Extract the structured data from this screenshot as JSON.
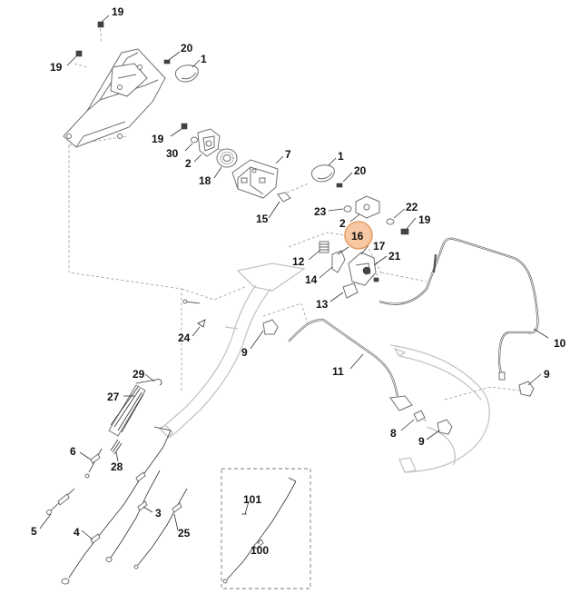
{
  "diagram": {
    "highlight_color": "#e8a06a",
    "callouts": [
      {
        "id": "c19a",
        "text": "19"
      },
      {
        "id": "c20a",
        "text": "20"
      },
      {
        "id": "c1a",
        "text": "1"
      },
      {
        "id": "c19b",
        "text": "19"
      },
      {
        "id": "c19c",
        "text": "19"
      },
      {
        "id": "c30",
        "text": "30"
      },
      {
        "id": "c2a",
        "text": "2"
      },
      {
        "id": "c18",
        "text": "18"
      },
      {
        "id": "c7",
        "text": "7"
      },
      {
        "id": "c15",
        "text": "15"
      },
      {
        "id": "c1b",
        "text": "1"
      },
      {
        "id": "c20b",
        "text": "20"
      },
      {
        "id": "c23",
        "text": "23"
      },
      {
        "id": "c22",
        "text": "22"
      },
      {
        "id": "c2b",
        "text": "2"
      },
      {
        "id": "c19d",
        "text": "19"
      },
      {
        "id": "c16",
        "text": "16"
      },
      {
        "id": "c17",
        "text": "17"
      },
      {
        "id": "c12",
        "text": "12"
      },
      {
        "id": "c21",
        "text": "21"
      },
      {
        "id": "c14",
        "text": "14"
      },
      {
        "id": "c13",
        "text": "13"
      },
      {
        "id": "c10",
        "text": "10"
      },
      {
        "id": "c24",
        "text": "24"
      },
      {
        "id": "c9a",
        "text": "9"
      },
      {
        "id": "c11",
        "text": "11"
      },
      {
        "id": "c9b",
        "text": "9"
      },
      {
        "id": "c29",
        "text": "29"
      },
      {
        "id": "c27",
        "text": "27"
      },
      {
        "id": "c8",
        "text": "8"
      },
      {
        "id": "c9c",
        "text": "9"
      },
      {
        "id": "c6",
        "text": "6"
      },
      {
        "id": "c28",
        "text": "28"
      },
      {
        "id": "c101",
        "text": "101"
      },
      {
        "id": "c3",
        "text": "3"
      },
      {
        "id": "c5",
        "text": "5"
      },
      {
        "id": "c4",
        "text": "4"
      },
      {
        "id": "c25",
        "text": "25"
      },
      {
        "id": "c100",
        "text": "100"
      }
    ]
  }
}
